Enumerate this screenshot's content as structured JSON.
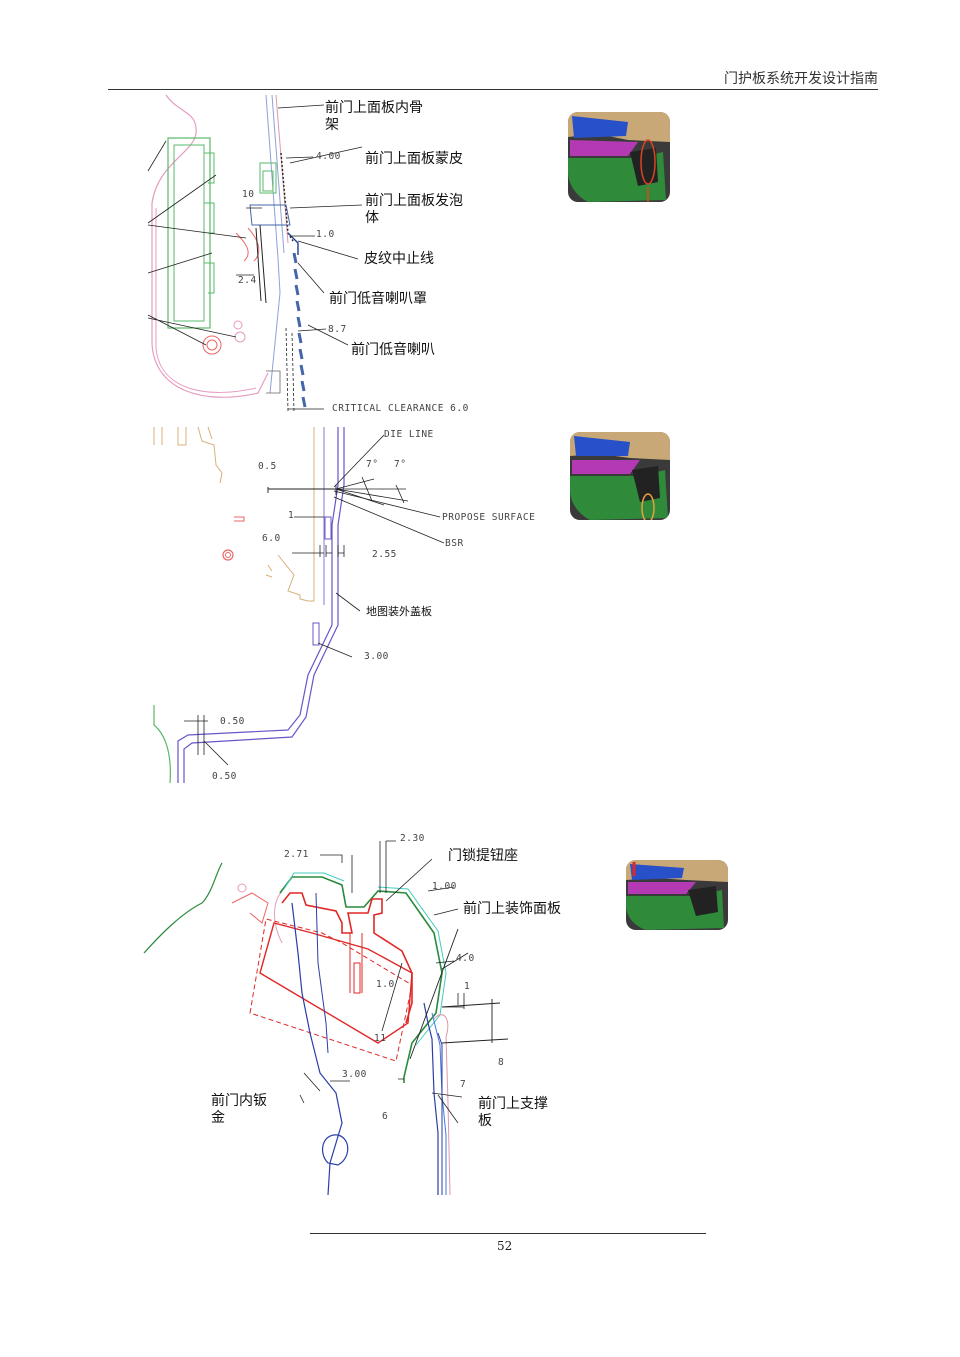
{
  "header": {
    "title": "门护板系统开发设计指南"
  },
  "footer": {
    "page_number": "52"
  },
  "figure1": {
    "labels": {
      "l1": "前门上面板内骨\n架",
      "l2": "前门上面板蒙皮",
      "l3": "前门上面板发泡\n体",
      "l4": "皮纹中止线",
      "l5": "前门低音喇叭罩",
      "l6": "前门低音喇叭"
    },
    "dims": {
      "d400": "4.00",
      "d10": "10",
      "d10b": "1.0",
      "d24": "2.4",
      "d87": "8.7",
      "critical": "CRITICAL CLEARANCE 6.0"
    }
  },
  "figure2": {
    "labels": {
      "map": "地图装外盖板"
    },
    "dims": {
      "die": "DIE LINE",
      "d05": "0.5",
      "a7": "7°",
      "a7b": "7°",
      "d1": "1",
      "propose": "PROPOSE SURFACE",
      "bsr": "BSR",
      "d60": "6.0",
      "d255": "2.55",
      "d300": "3.00",
      "d050a": "0.50",
      "d050b": "0.50"
    }
  },
  "figure3": {
    "labels": {
      "lock": "门锁提钮座",
      "trim": "前门上装饰面板",
      "inner": "前门内钣\n金",
      "support": "前门上支撑\n板"
    },
    "dims": {
      "d230": "2.30",
      "d271": "2.71",
      "d100": "1.00",
      "d40": "4.0",
      "d1": "1",
      "d10": "1.0",
      "d8": "8",
      "d11": "11",
      "d7": "7",
      "d300": "3.00",
      "d6": "6"
    }
  }
}
